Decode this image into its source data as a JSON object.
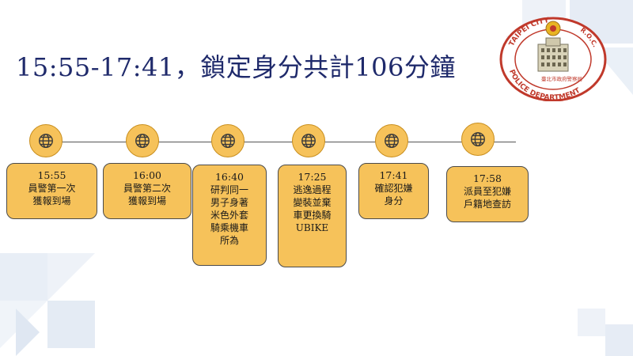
{
  "title": "15:55-17:41，鎖定身分共計106分鐘",
  "emblem": {
    "arc_text_top": "TAIPEI CITY",
    "arc_text_right": "R.O.C.",
    "arc_text_bottom": "POLICE DEPARTMENT",
    "chinese_name": "臺北市政府警察局",
    "primary_color": "#c0392b"
  },
  "colors": {
    "title": "#1f2a6b",
    "node_fill": "#f6c25a",
    "card_fill": "#f6c25a"
  },
  "events": [
    {
      "time": "15:55",
      "lines": [
        "員警第一次",
        "獲報到場"
      ]
    },
    {
      "time": "16:00",
      "lines": [
        "員警第二次",
        "獲報到場"
      ]
    },
    {
      "time": "16:40",
      "lines": [
        "研判同一",
        "男子身著",
        "米色外套",
        "騎乘機車",
        "所為"
      ]
    },
    {
      "time": "17:25",
      "lines": [
        "逃逸過程",
        "變裝並棄",
        "車更換騎",
        "UBIKE"
      ]
    },
    {
      "time": "17:41",
      "lines": [
        "確認犯嫌",
        "身分"
      ]
    },
    {
      "time": "17:58",
      "lines": [
        "派員至犯嫌",
        "戶籍地查訪"
      ]
    }
  ],
  "node_icon": "globe-icon"
}
